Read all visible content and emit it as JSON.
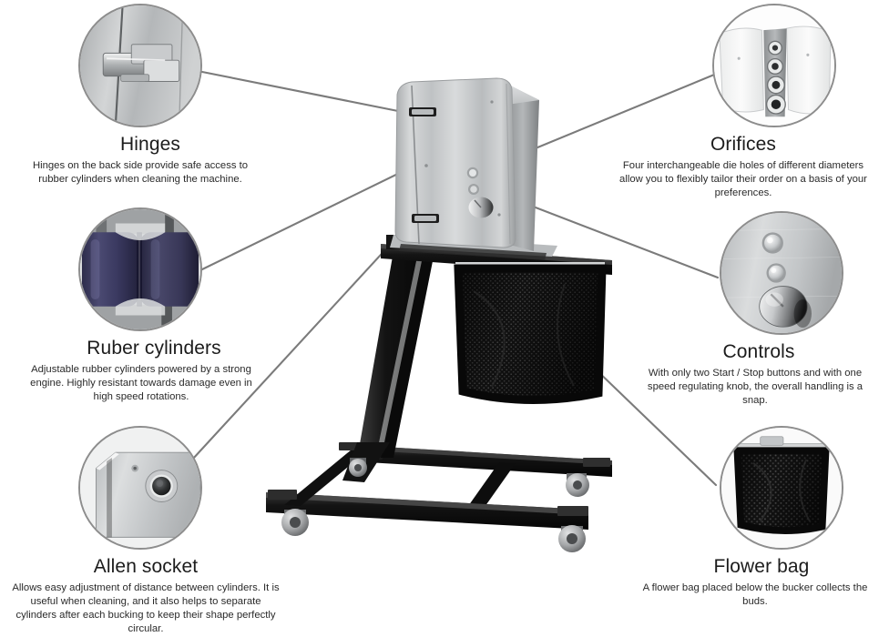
{
  "diagram": {
    "title": "Bucking machine feature callouts",
    "background_color": "#ffffff",
    "connector_color": "#7b7b7b",
    "circle_border_color": "#8d8d8d"
  },
  "callouts": [
    {
      "id": "hinges",
      "side": "left",
      "title": "Hinges",
      "description": "Hinges on the back side provide safe access to rubber cylinders when cleaning the machine.",
      "thumb_name": "hinge-latch-photo"
    },
    {
      "id": "ruber",
      "side": "left",
      "title": "Ruber cylinders",
      "description": "Adjustable rubber cylinders powered by a strong engine. Highly resistant towards damage even in high speed rotations.",
      "thumb_name": "rubber-cylinders-photo"
    },
    {
      "id": "allen",
      "side": "left",
      "title": "Allen socket",
      "description": "Allows easy adjustment of distance between cylinders. It is useful when cleaning, and it also helps to separate cylinders after each bucking to keep their shape perfectly circular.",
      "thumb_name": "allen-socket-photo"
    },
    {
      "id": "orifices",
      "side": "right",
      "title": "Orifices",
      "description": "Four interchangeable die holes of different diameters allow you to flexibly tailor their order on a basis of your preferences.",
      "thumb_name": "die-holes-photo"
    },
    {
      "id": "controls",
      "side": "right",
      "title": "Controls",
      "description": "With only two Start / Stop buttons and with one speed regulating knob, the overall handling is a snap.",
      "thumb_name": "control-panel-photo"
    },
    {
      "id": "flowerbag",
      "side": "right",
      "title": "Flower bag",
      "description": "A flower bag placed below the bucker collects the buds.",
      "thumb_name": "mesh-flower-bag-photo"
    }
  ],
  "product": {
    "name": "bucking-machine",
    "body_color": "#c9cbcc",
    "frame_color": "#111111",
    "bag_color": "#1a1a1a",
    "caster_color": "#9a9a9a"
  }
}
